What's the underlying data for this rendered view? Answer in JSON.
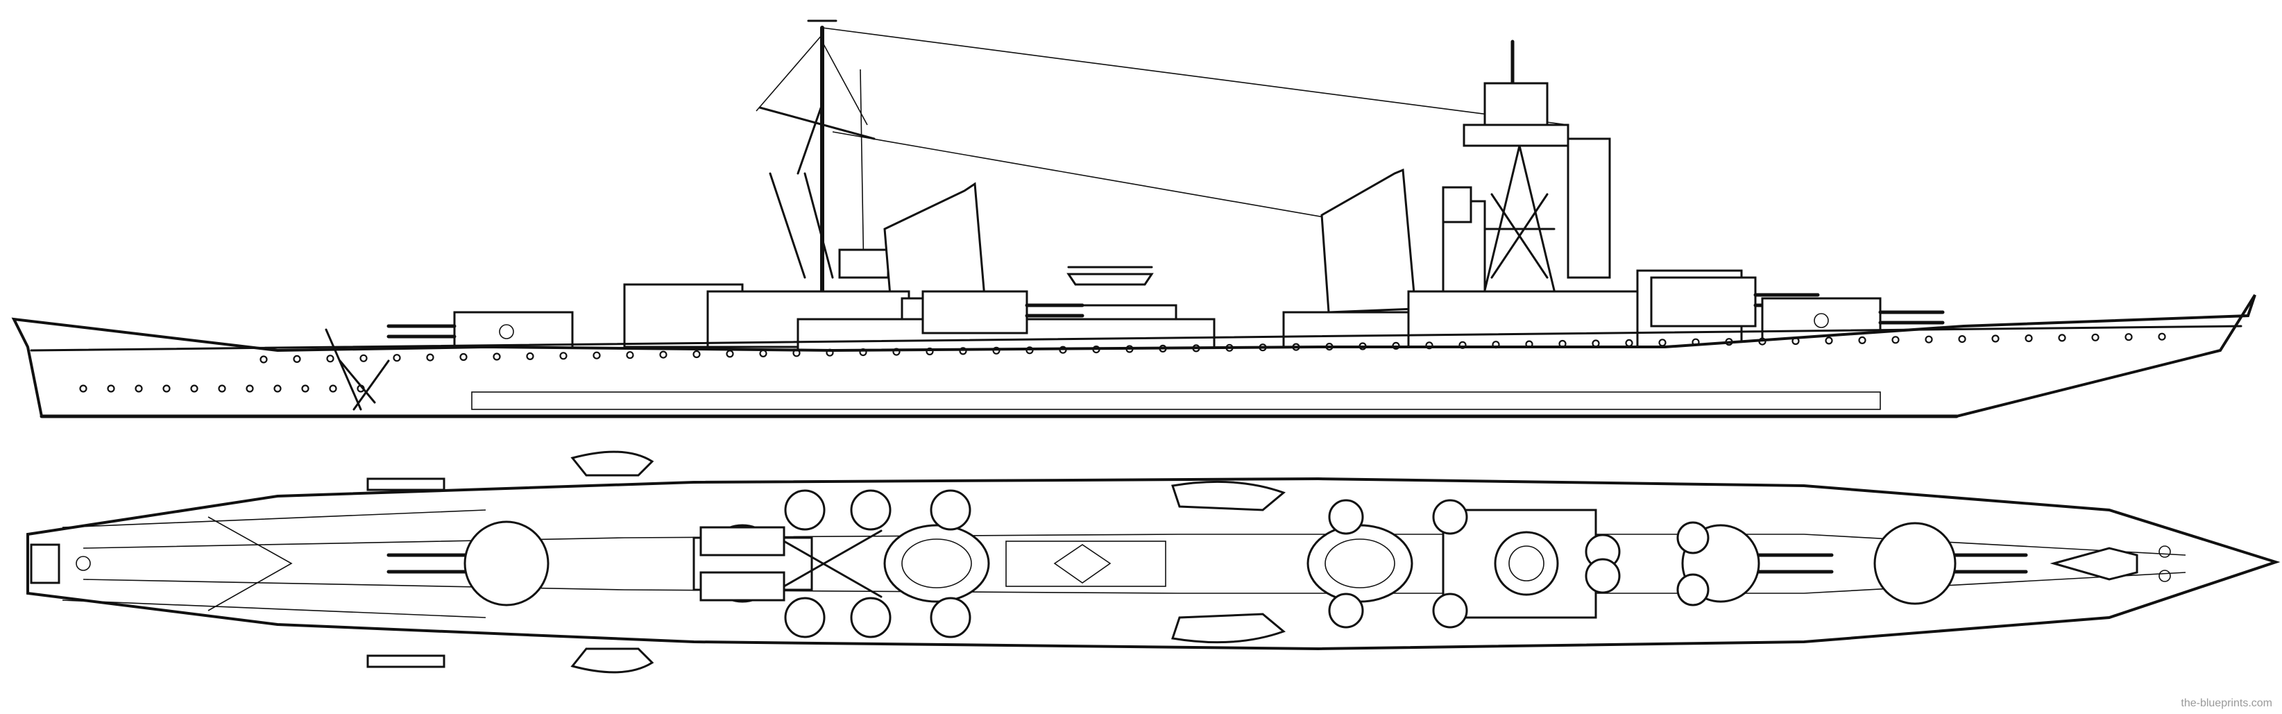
{
  "drawing": {
    "views": [
      "side-profile",
      "plan-view"
    ],
    "line_color": "#111111",
    "background": "#ffffff"
  },
  "watermark": {
    "text": "the-blueprints.com"
  }
}
